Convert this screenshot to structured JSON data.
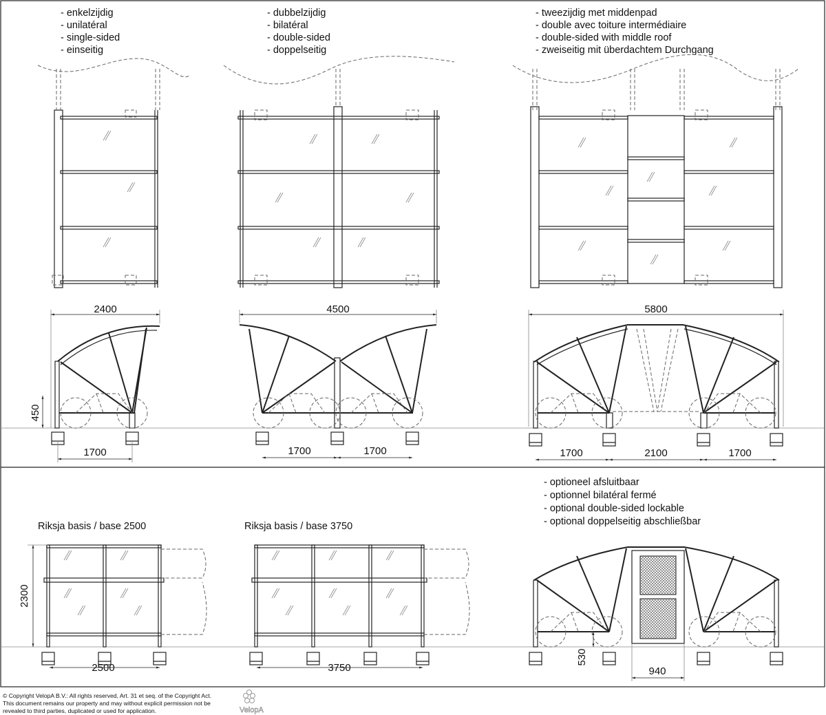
{
  "variants": [
    {
      "labels": [
        "- enkelzijdig",
        "- unilatéral",
        "- single-sided",
        "- einseitig"
      ],
      "width": "2400",
      "height": "450",
      "spacing": [
        "1700"
      ]
    },
    {
      "labels": [
        "- dubbelzijdig",
        "- bilatéral",
        "- double-sided",
        "- doppelseitig"
      ],
      "width": "4500",
      "spacing": [
        "1700",
        "1700"
      ]
    },
    {
      "labels": [
        "- tweezijdig met middenpad",
        "- double avec toiture intermédiaire",
        "- double-sided with middle roof",
        "- zweiseitig mit überdachtem Durchgang"
      ],
      "width": "5800",
      "spacing": [
        "1700",
        "2100",
        "1700"
      ]
    }
  ],
  "riksja": [
    {
      "title": "Riksja basis / base 2500",
      "height": "2300",
      "width": "2500"
    },
    {
      "title": "Riksja  basis / base 3750",
      "width": "3750"
    }
  ],
  "lockable": {
    "labels": [
      "- optioneel afsluitbaar",
      "- optionnel bilatéral fermé",
      "- optional double-sided lockable",
      "- optional doppelseitig abschließbar"
    ],
    "height": "530",
    "door_width": "940"
  },
  "footer": {
    "copyright": [
      "© Copyright VelopA B.V.: All rights reserved, Art. 31 et seq. of the Copyright Act.",
      "This document remains our property and may without explicit permission not be",
      "revealed to third parties, duplicated or used for application."
    ],
    "logo": "VelopA"
  }
}
